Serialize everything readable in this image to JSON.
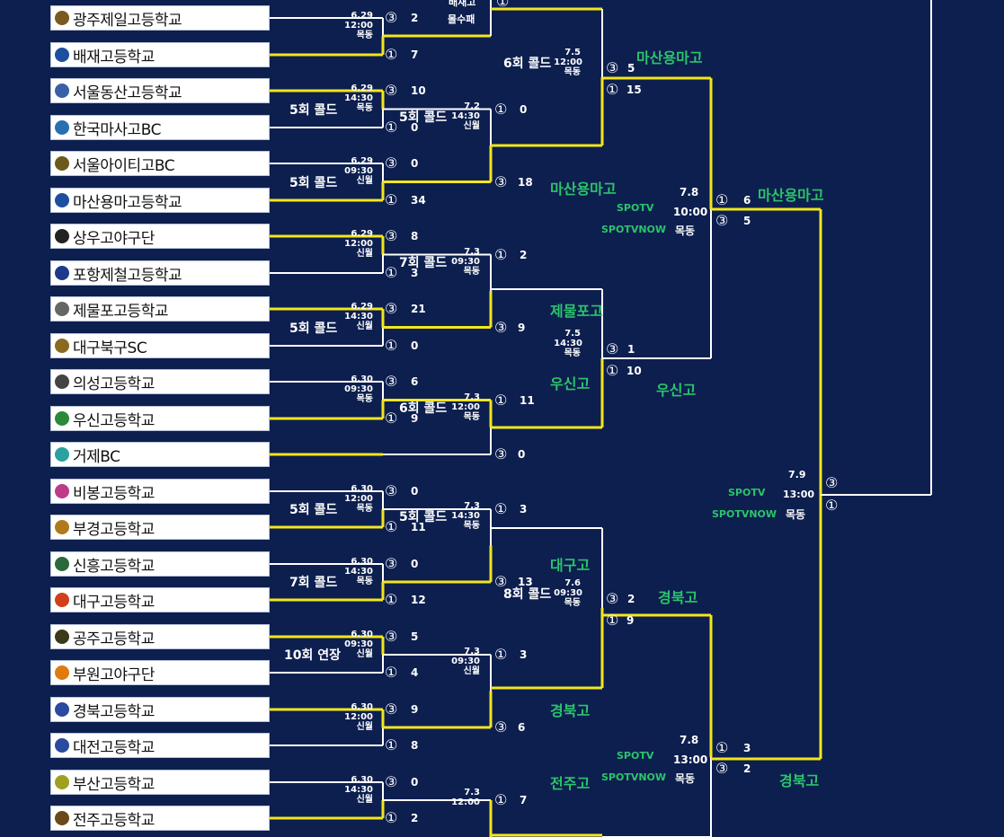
{
  "colors": {
    "background": "#0d1f4f",
    "winner_line": "#f2e61c",
    "loser_line": "#ffffff",
    "winner_text": "#2bc46a"
  },
  "top_fragment": {
    "partial": "배재고",
    "forfeit": "몰수패",
    "circle": "①"
  },
  "teams": [
    {
      "name": "광주제일고등학교",
      "icon": "crest-icon"
    },
    {
      "name": "배재고등학교",
      "icon": "crest-icon"
    },
    {
      "name": "서울동산고등학교",
      "icon": "crest-icon"
    },
    {
      "name": "한국마사고BC",
      "icon": "horseshoe-icon"
    },
    {
      "name": "서울아이티고BC",
      "icon": "crest-icon"
    },
    {
      "name": "마산용마고등학교",
      "icon": "crest-icon"
    },
    {
      "name": "상우고야구단",
      "icon": "crest-icon"
    },
    {
      "name": "포항제철고등학교",
      "icon": "crest-icon"
    },
    {
      "name": "제물포고등학교",
      "icon": "crest-icon"
    },
    {
      "name": "대구북구SC",
      "icon": "crest-icon"
    },
    {
      "name": "의성고등학교",
      "icon": "crest-icon"
    },
    {
      "name": "우신고등학교",
      "icon": "crest-icon"
    },
    {
      "name": "거제BC",
      "icon": "crest-icon"
    },
    {
      "name": "비봉고등학교",
      "icon": "crest-icon"
    },
    {
      "name": "부경고등학교",
      "icon": "crest-icon"
    },
    {
      "name": "신흥고등학교",
      "icon": "crest-icon"
    },
    {
      "name": "대구고등학교",
      "icon": "crest-icon"
    },
    {
      "name": "공주고등학교",
      "icon": "crest-icon"
    },
    {
      "name": "부원고야구단",
      "icon": "crest-icon"
    },
    {
      "name": "경북고등학교",
      "icon": "crest-icon"
    },
    {
      "name": "대전고등학교",
      "icon": "crest-icon"
    },
    {
      "name": "부산고등학교",
      "icon": "crest-icon"
    },
    {
      "name": "전주고등학교",
      "icon": "crest-icon"
    }
  ],
  "r1": [
    {
      "date": "6.29",
      "time": "12:00",
      "venue": "목동",
      "cond": "",
      "top": {
        "c": "③",
        "s": "2"
      },
      "bot": {
        "c": "①",
        "s": "7"
      }
    },
    {
      "date": "6.29",
      "time": "14:30",
      "venue": "목동",
      "cond": "5회 콜드",
      "top": {
        "c": "③",
        "s": "10"
      },
      "bot": {
        "c": "①",
        "s": "0"
      }
    },
    {
      "date": "6.29",
      "time": "09:30",
      "venue": "신월",
      "cond": "5회 콜드",
      "top": {
        "c": "③",
        "s": "0"
      },
      "bot": {
        "c": "①",
        "s": "34"
      }
    },
    {
      "date": "6.29",
      "time": "12:00",
      "venue": "신월",
      "cond": "",
      "top": {
        "c": "③",
        "s": "8"
      },
      "bot": {
        "c": "①",
        "s": "3"
      }
    },
    {
      "date": "6.29",
      "time": "14:30",
      "venue": "신월",
      "cond": "5회 콜드",
      "top": {
        "c": "③",
        "s": "21"
      },
      "bot": {
        "c": "①",
        "s": "0"
      }
    },
    {
      "date": "6.30",
      "time": "09:30",
      "venue": "목동",
      "cond": "",
      "top": {
        "c": "③",
        "s": "6"
      },
      "bot": {
        "c": "①",
        "s": "9"
      }
    },
    {
      "date": "6.30",
      "time": "12:00",
      "venue": "목동",
      "cond": "5회 콜드",
      "top": {
        "c": "③",
        "s": "0"
      },
      "bot": {
        "c": "①",
        "s": "11"
      }
    },
    {
      "date": "6.30",
      "time": "14:30",
      "venue": "목동",
      "cond": "7회 콜드",
      "top": {
        "c": "③",
        "s": "0"
      },
      "bot": {
        "c": "①",
        "s": "12"
      }
    },
    {
      "date": "6.30",
      "time": "09:30",
      "venue": "신월",
      "cond": "10회 연장",
      "top": {
        "c": "③",
        "s": "5"
      },
      "bot": {
        "c": "①",
        "s": "4"
      }
    },
    {
      "date": "6.30",
      "time": "12:00",
      "venue": "신월",
      "cond": "",
      "top": {
        "c": "③",
        "s": "9"
      },
      "bot": {
        "c": "①",
        "s": "8"
      }
    },
    {
      "date": "6.30",
      "time": "14:30",
      "venue": "신월",
      "cond": "",
      "top": {
        "c": "③",
        "s": "0"
      },
      "bot": {
        "c": "①",
        "s": "2"
      }
    }
  ],
  "r2": [
    {
      "date": "7.2",
      "time": "14:30",
      "venue": "신월",
      "cond": "5회 콜드",
      "top": {
        "c": "①",
        "s": "0"
      },
      "bot": {
        "c": "③",
        "s": "18"
      },
      "winner": "마산용마고"
    },
    {
      "date": "7.3",
      "time": "09:30",
      "venue": "목동",
      "cond": "7회 콜드",
      "top": {
        "c": "①",
        "s": "2"
      },
      "bot": {
        "c": "③",
        "s": "9"
      },
      "winner": "제물포고"
    },
    {
      "date": "7.3",
      "time": "12:00",
      "venue": "목동",
      "cond": "6회 콜드",
      "top": {
        "c": "①",
        "s": "11"
      },
      "bot": {
        "c": "③",
        "s": "0"
      },
      "winner": "우신고"
    },
    {
      "date": "7.3",
      "time": "14:30",
      "venue": "목동",
      "cond": "5회 콜드",
      "top": {
        "c": "①",
        "s": "3"
      },
      "bot": {
        "c": "③",
        "s": "13"
      },
      "winner": "대구고"
    },
    {
      "date": "7.3",
      "time": "09:30",
      "venue": "신월",
      "cond": "",
      "top": {
        "c": "①",
        "s": "3"
      },
      "bot": {
        "c": "③",
        "s": "6"
      },
      "winner": "경북고"
    },
    {
      "date": "7.3",
      "time": "12:00",
      "top": {
        "c": "①",
        "s": "7"
      },
      "winner": "전주고"
    }
  ],
  "r3": [
    {
      "date": "7.5",
      "time": "12:00",
      "venue": "목동",
      "cond": "6회 콜드",
      "top": {
        "c": "③",
        "s": "5"
      },
      "bot": {
        "c": "①",
        "s": "15"
      },
      "winner": "마산용마고"
    },
    {
      "date": "7.5",
      "time": "14:30",
      "venue": "목동",
      "cond": "",
      "top": {
        "c": "③",
        "s": "1"
      },
      "bot": {
        "c": "①",
        "s": "10"
      },
      "winner": "우신고"
    },
    {
      "date": "7.6",
      "time": "09:30",
      "venue": "목동",
      "cond": "8회 콜드",
      "top": {
        "c": "③",
        "s": "2"
      },
      "bot": {
        "c": "①",
        "s": "9"
      },
      "winner": "경북고"
    }
  ],
  "r4": [
    {
      "date": "7.8",
      "time": "10:00",
      "venue": "목동",
      "b1": "SPOTV",
      "b2": "SPOTVNOW",
      "top": {
        "c": "①",
        "s": "6"
      },
      "bot": {
        "c": "③",
        "s": "5"
      },
      "winner": "마산용마고"
    },
    {
      "date": "7.8",
      "time": "13:00",
      "venue": "목동",
      "b1": "SPOTV",
      "b2": "SPOTVNOW",
      "top": {
        "c": "①",
        "s": "3"
      },
      "bot": {
        "c": "③",
        "s": "2"
      },
      "winner": "경북고"
    }
  ],
  "r5": {
    "date": "7.9",
    "time": "13:00",
    "venue": "목동",
    "b1": "SPOTV",
    "b2": "SPOTVNOW",
    "top": {
      "c": "③"
    },
    "bot": {
      "c": "①"
    }
  }
}
